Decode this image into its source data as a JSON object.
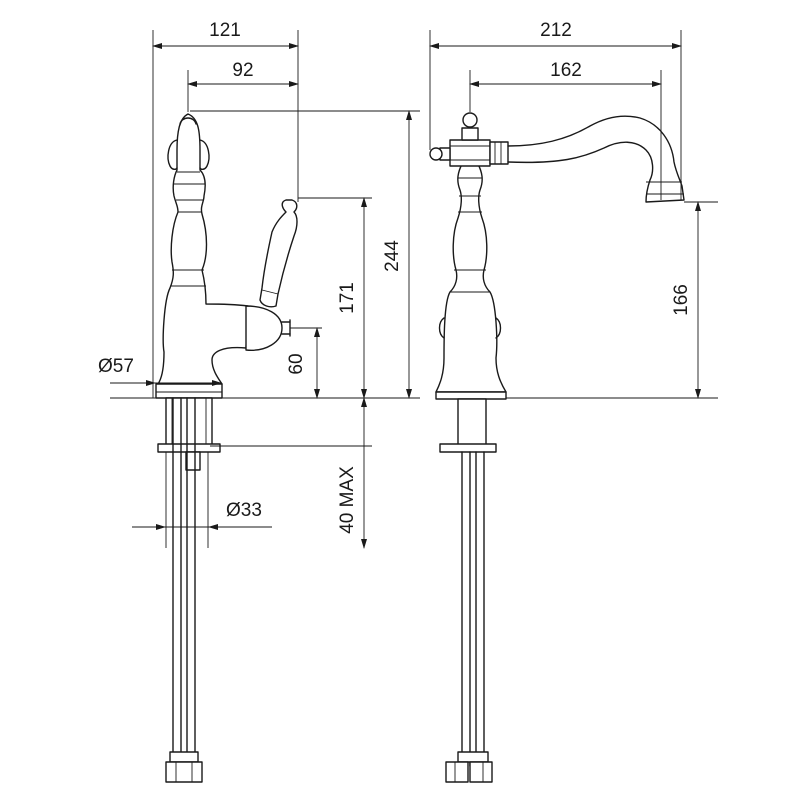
{
  "dimensions": {
    "overall_width_side": "121",
    "handle_offset_side": "92",
    "overall_height": "244",
    "handle_height": "171",
    "body_joint_height": "60",
    "base_diameter": "Ø57",
    "shank_diameter": "Ø33",
    "max_deck_thickness": "40 MAX",
    "overall_reach": "212",
    "spout_reach": "162",
    "spout_height": "166"
  }
}
